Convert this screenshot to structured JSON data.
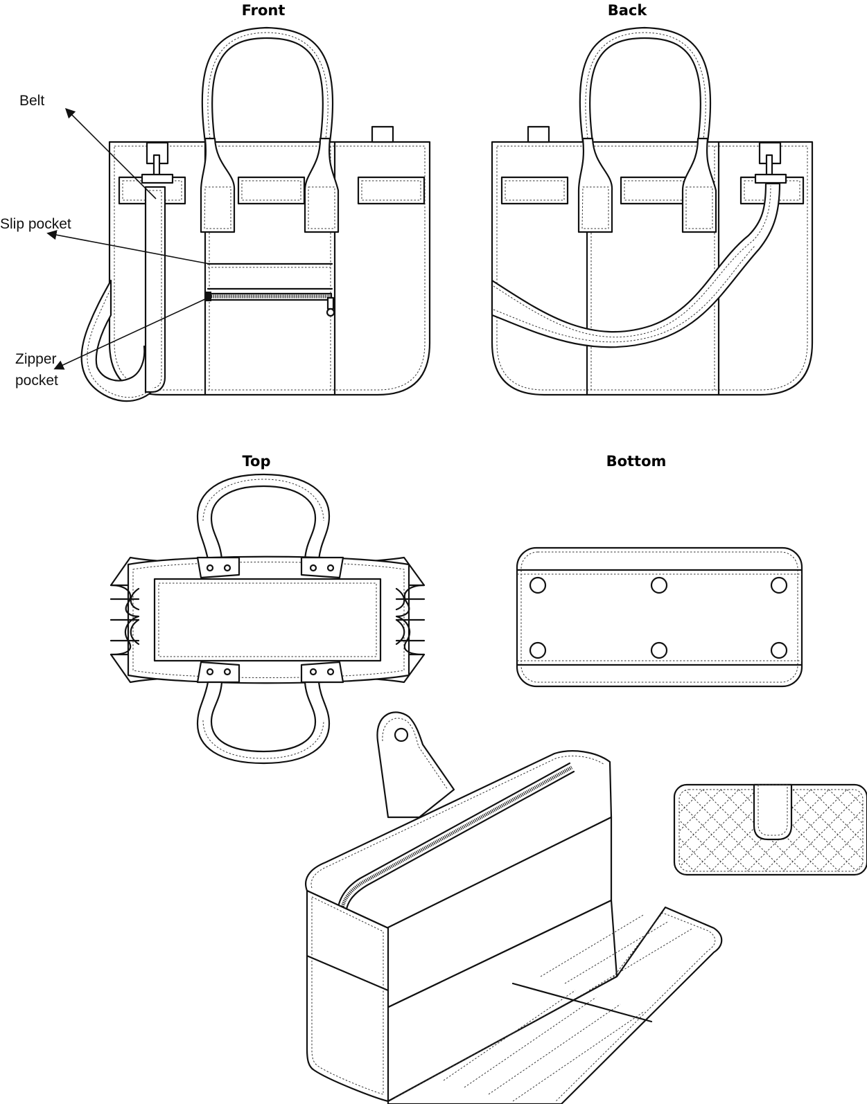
{
  "views": {
    "front": "Front",
    "back": "Back",
    "top": "Top",
    "bottom": "Bottom"
  },
  "callouts": {
    "belt": "Belt",
    "slip_pocket": "Slip pocket",
    "zipper_pocket_line1": "Zipper",
    "zipper_pocket_line2": "pocket"
  }
}
